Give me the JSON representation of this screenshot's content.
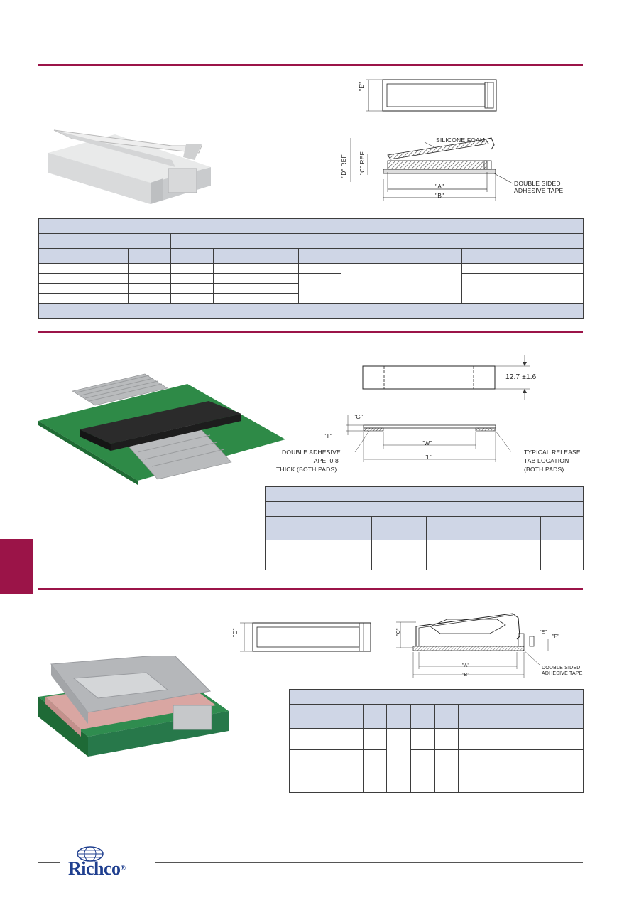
{
  "section1": {
    "diagram_labels": {
      "e": "\"E\"",
      "d_ref": "\"D\" REF",
      "c_ref": "\"C\" REF",
      "silicone_foam": "SILICONE FOAM",
      "a": "\"A\"",
      "b": "\"B\"",
      "double_sided_line1": "DOUBLE SIDED",
      "double_sided_line2": "ADHESIVE TAPE"
    }
  },
  "section2": {
    "diagram_labels": {
      "width_dim": "12.7  ±1.6",
      "g": "\"G\"",
      "t": "\"T\"",
      "w": "\"W\"",
      "l": "\"L\"",
      "tape_line1": "DOUBLE  ADHESIVE",
      "tape_line2": "TAPE, 0.8",
      "tape_line3": "THICK  (BOTH PADS)",
      "release_line1": "TYPICAL  RELEASE",
      "release_line2": "TAB  LOCATION",
      "release_line3": "(BOTH  PADS)"
    }
  },
  "section3": {
    "diagram_labels": {
      "d": "\"D\"",
      "c": "\"C\"",
      "e": "\"E\"",
      "f": "\"F\"",
      "a": "\"A\"",
      "b": "\"B\"",
      "double_sided_line1": "DOUBLE SIDED",
      "double_sided_line2": "ADHESIVE TAPE"
    }
  },
  "footer": {
    "logo_text": "Richco",
    "registered_mark": "®"
  },
  "colors": {
    "accent": "#9b1448",
    "table_header": "#cfd6e6",
    "logo_blue": "#1f3f8f"
  }
}
